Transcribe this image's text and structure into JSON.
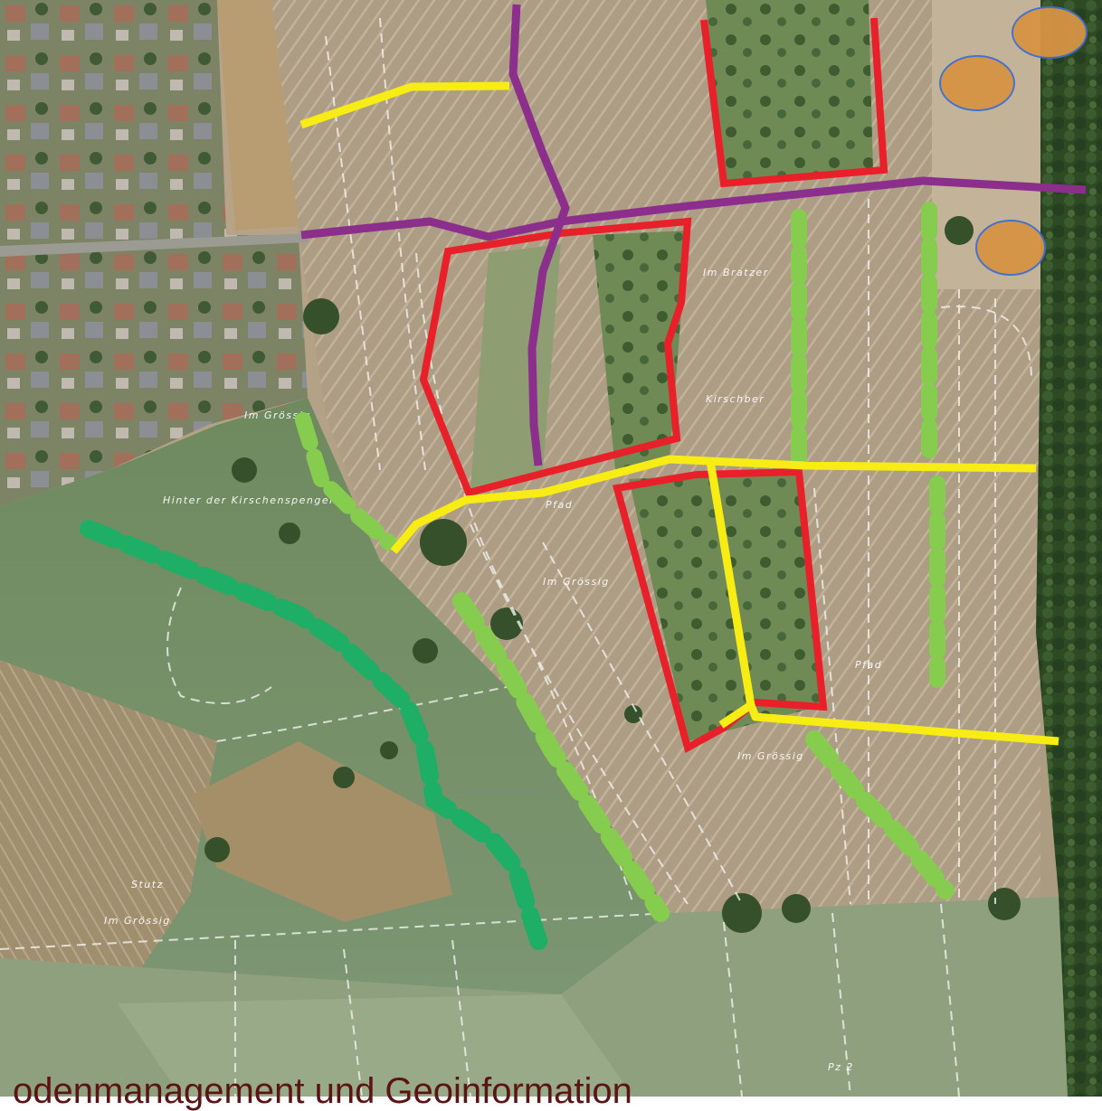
{
  "map": {
    "field_labels": {
      "im_grossig_top": "Im Grössig",
      "im_grossig_center": "Im Grössig",
      "im_grossig_bottom": "Im Grössig",
      "im_grossig_left": "Im Grössig",
      "kirschenbaum": "Kirschber",
      "am_pfad": "Pfad",
      "pfad_small": "Pfad",
      "hinter_kirche": "Hinter der Kirschenspengen",
      "im_stutz": "Stutz",
      "hermanns_platz": "Im Bratzer",
      "parz": "Pz 2"
    },
    "caption": "odenmanagement und Geoinformation"
  },
  "colors": {
    "red": "#e8202a",
    "yellow": "#f7ec13",
    "purple": "#8c2f8c",
    "green_dark": "#1fae66",
    "green_light": "#86cc4e",
    "orange": "#d69445",
    "blue_outline": "#3f6fd0"
  }
}
